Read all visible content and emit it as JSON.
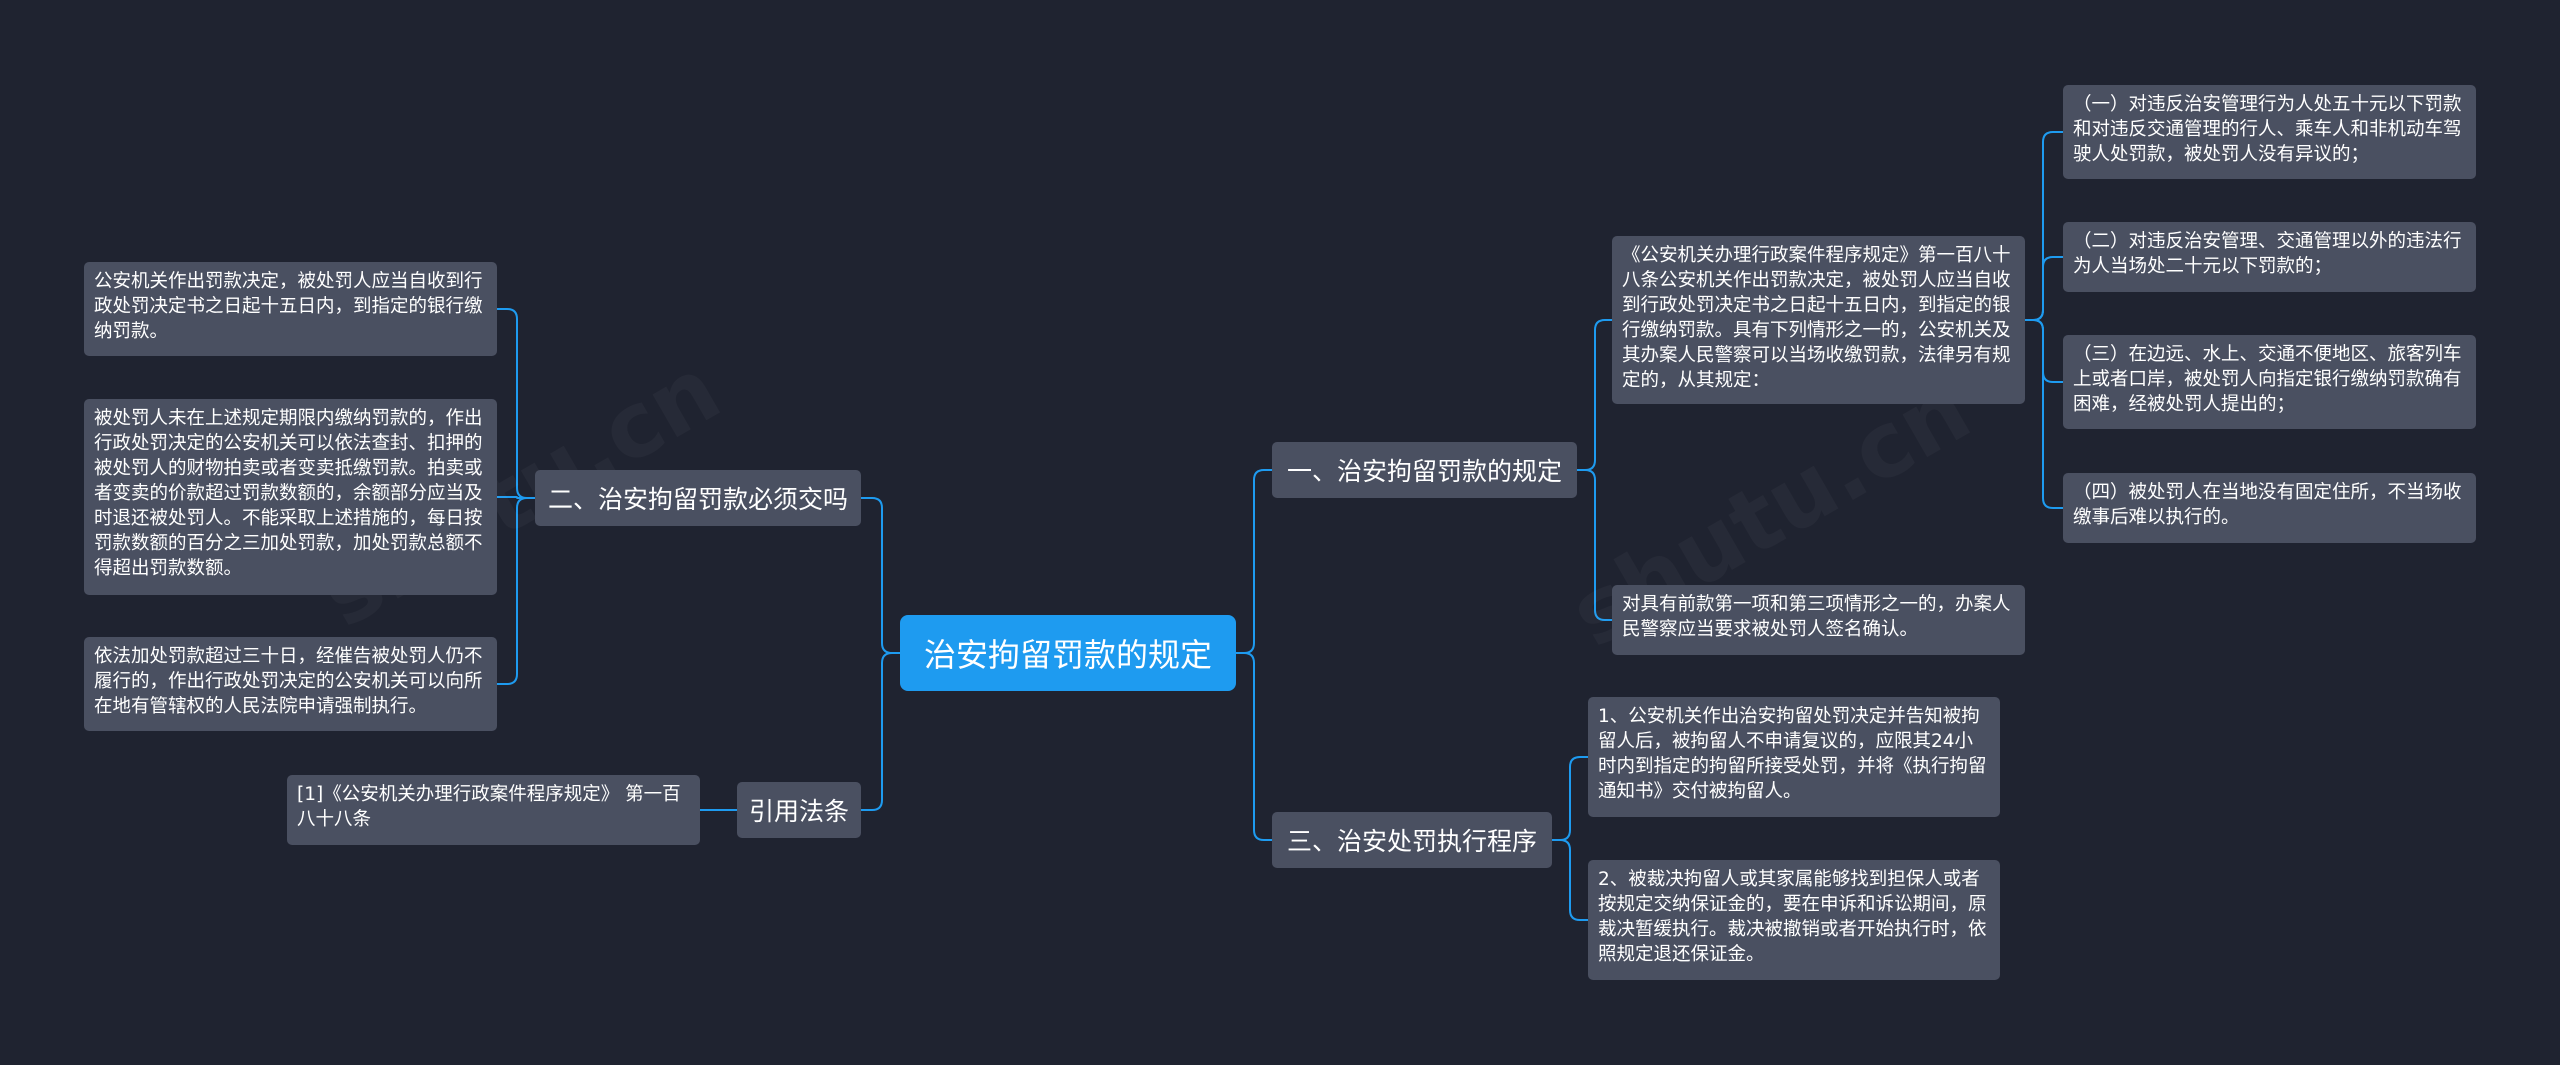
{
  "theme": {
    "background": "#1f2330",
    "node": "#4a5061",
    "root": "#1e9bf0",
    "line": "#1e9bf0"
  },
  "root": {
    "label": "治安拘留罚款的规定"
  },
  "branches": {
    "b1": {
      "label": "一、治安拘留罚款的规定"
    },
    "b2": {
      "label": "三、治安处罚执行程序"
    },
    "b3": {
      "label": "二、治安拘留罚款必须交吗"
    },
    "b4": {
      "label": "引用法条"
    }
  },
  "leaves": {
    "b1_main": "《公安机关办理行政案件程序规定》第一百八十八条公安机关作出罚款决定，被处罚人应当自收到行政处罚决定书之日起十五日内，到指定的银行缴纳罚款。具有下列情形之一的，公安机关及其办案人民警察可以当场收缴罚款，法律另有规定的，从其规定：",
    "b1_main_c1": "（一）对违反治安管理行为人处五十元以下罚款和对违反交通管理的行人、乘车人和非机动车驾驶人处罚款，被处罚人没有异议的；",
    "b1_main_c2": "（二）对违反治安管理、交通管理以外的违法行为人当场处二十元以下罚款的；",
    "b1_main_c3": "（三）在边远、水上、交通不便地区、旅客列车上或者口岸，被处罚人向指定银行缴纳罚款确有困难，经被处罚人提出的；",
    "b1_main_c4": "（四）被处罚人在当地没有固定住所，不当场收缴事后难以执行的。",
    "b1_sign": "对具有前款第一项和第三项情形之一的，办案人民警察应当要求被处罚人签名确认。",
    "b2_c1": "1、公安机关作出治安拘留处罚决定并告知被拘留人后，被拘留人不申请复议的，应限其24小时内到指定的拘留所接受处罚，并将《执行拘留通知书》交付被拘留人。",
    "b2_c2": "2、被裁决拘留人或其家属能够找到担保人或者按规定交纳保证金的，要在申诉和诉讼期间，原裁决暂缓执行。裁决被撤销或者开始执行时，依照规定退还保证金。",
    "b3_c1": "公安机关作出罚款决定，被处罚人应当自收到行政处罚决定书之日起十五日内，到指定的银行缴纳罚款。",
    "b3_c2": "被处罚人未在上述规定期限内缴纳罚款的，作出行政处罚决定的公安机关可以依法查封、扣押的被处罚人的财物拍卖或者变卖抵缴罚款。拍卖或者变卖的价款超过罚款数额的，余额部分应当及时退还被处罚人。不能采取上述措施的，每日按罚款数额的百分之三加处罚款，加处罚款总额不得超出罚款数额。",
    "b3_c3": "依法加处罚款超过三十日，经催告被处罚人仍不履行的，作出行政处罚决定的公安机关可以向所在地有管辖权的人民法院申请强制执行。",
    "b4_c1": "[1]《公安机关办理行政案件程序规定》 第一百八十八条"
  }
}
